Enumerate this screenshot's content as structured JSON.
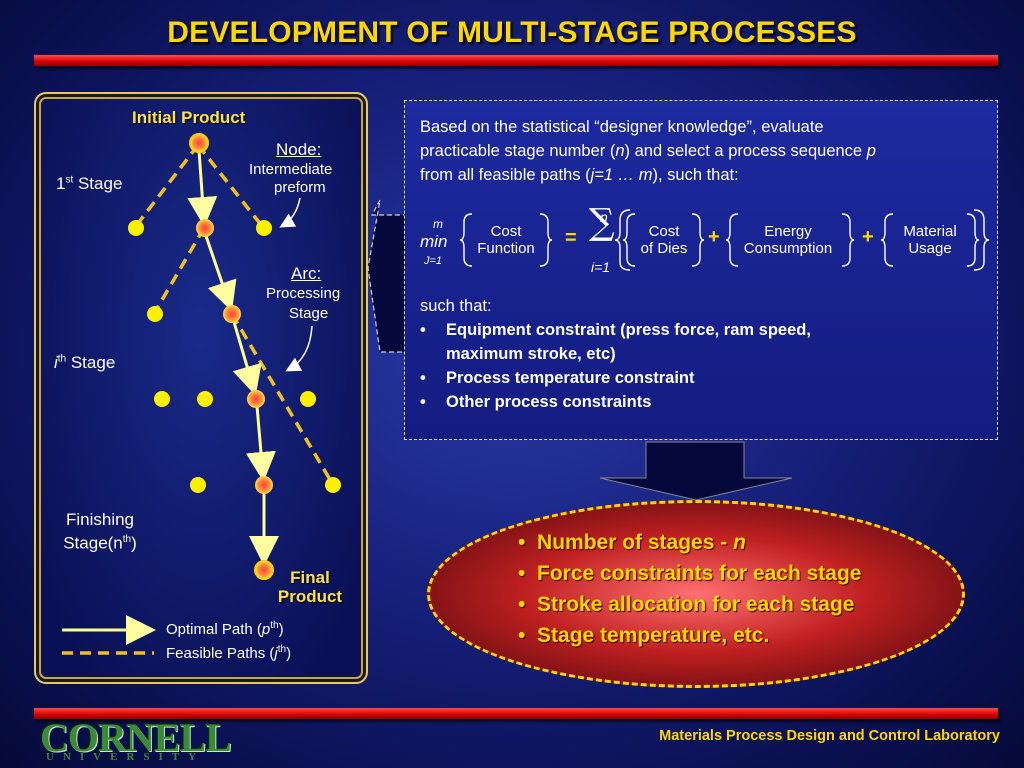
{
  "title": "DEVELOPMENT OF MULTI-STAGE PROCESSES",
  "left_panel": {
    "initial_product": "Initial Product",
    "node_title": "Node:",
    "node_desc_1": "Intermediate",
    "node_desc_2": "preform",
    "stage1_base": "1",
    "stage1_sup": "st",
    "stage1_rest": " Stage",
    "arc_title": "Arc:",
    "arc_desc_1": "Processing",
    "arc_desc_2": "Stage",
    "stagei_base": "i",
    "stagei_sup": "th",
    "stagei_rest": " Stage",
    "finishing_1": "Finishing",
    "finishing_2a": "Stage(n",
    "finishing_sup": "th",
    "finishing_2b": ")",
    "final_1": "Final",
    "final_2": "Product",
    "legend_optimal_a": "Optimal Path (",
    "legend_optimal_var": "p",
    "legend_optimal_sup": "th",
    "legend_optimal_b": ")",
    "legend_feasible_a": "Feasible Paths (",
    "legend_feasible_var": "j",
    "legend_feasible_sup": "th",
    "legend_feasible_b": ")"
  },
  "right_box": {
    "intro_line1": "Based on the statistical “designer knowledge”, evaluate",
    "intro_line2a": "practicable stage number (",
    "intro_line2_var": "n",
    "intro_line2b": ") and select a process sequence ",
    "intro_line2_var2": "p",
    "intro_line3a": "from all feasible paths (",
    "intro_line3_var": "j=1 … m",
    "intro_line3b": "), such that:",
    "formula": {
      "min_sup": "m",
      "min": "min",
      "min_sub": "J=1",
      "cost_function_1": "Cost",
      "cost_function_2": "Function",
      "equals": "=",
      "sum_top": "n",
      "sum_bottom": "i=1",
      "cost_dies_1": "Cost",
      "cost_dies_2": "of Dies",
      "plus1": "+",
      "energy_1": "Energy",
      "energy_2": "Consumption",
      "plus2": "+",
      "material_1": "Material",
      "material_2": "Usage"
    },
    "such_that": "such that:",
    "constraints": [
      "Equipment constraint (press force, ram speed,",
      "maximum stroke, etc)",
      "Process temperature constraint",
      "Other process constraints"
    ]
  },
  "ellipse_items": [
    {
      "text": "Number of stages - ",
      "var": "n"
    },
    {
      "text": "Force constraints for each stage",
      "var": ""
    },
    {
      "text": "Stroke allocation for each stage",
      "var": ""
    },
    {
      "text": "Stage temperature, etc.",
      "var": ""
    }
  ],
  "footer": "Materials Process Design and Control Laboratory",
  "logo_text": "CORNELL",
  "logo_sub": "UNIVERSITY",
  "colors": {
    "accent_yellow": "#ffd700",
    "node_yellow": "#fff000",
    "red_bar": "#d40000",
    "background": "#16207a"
  }
}
